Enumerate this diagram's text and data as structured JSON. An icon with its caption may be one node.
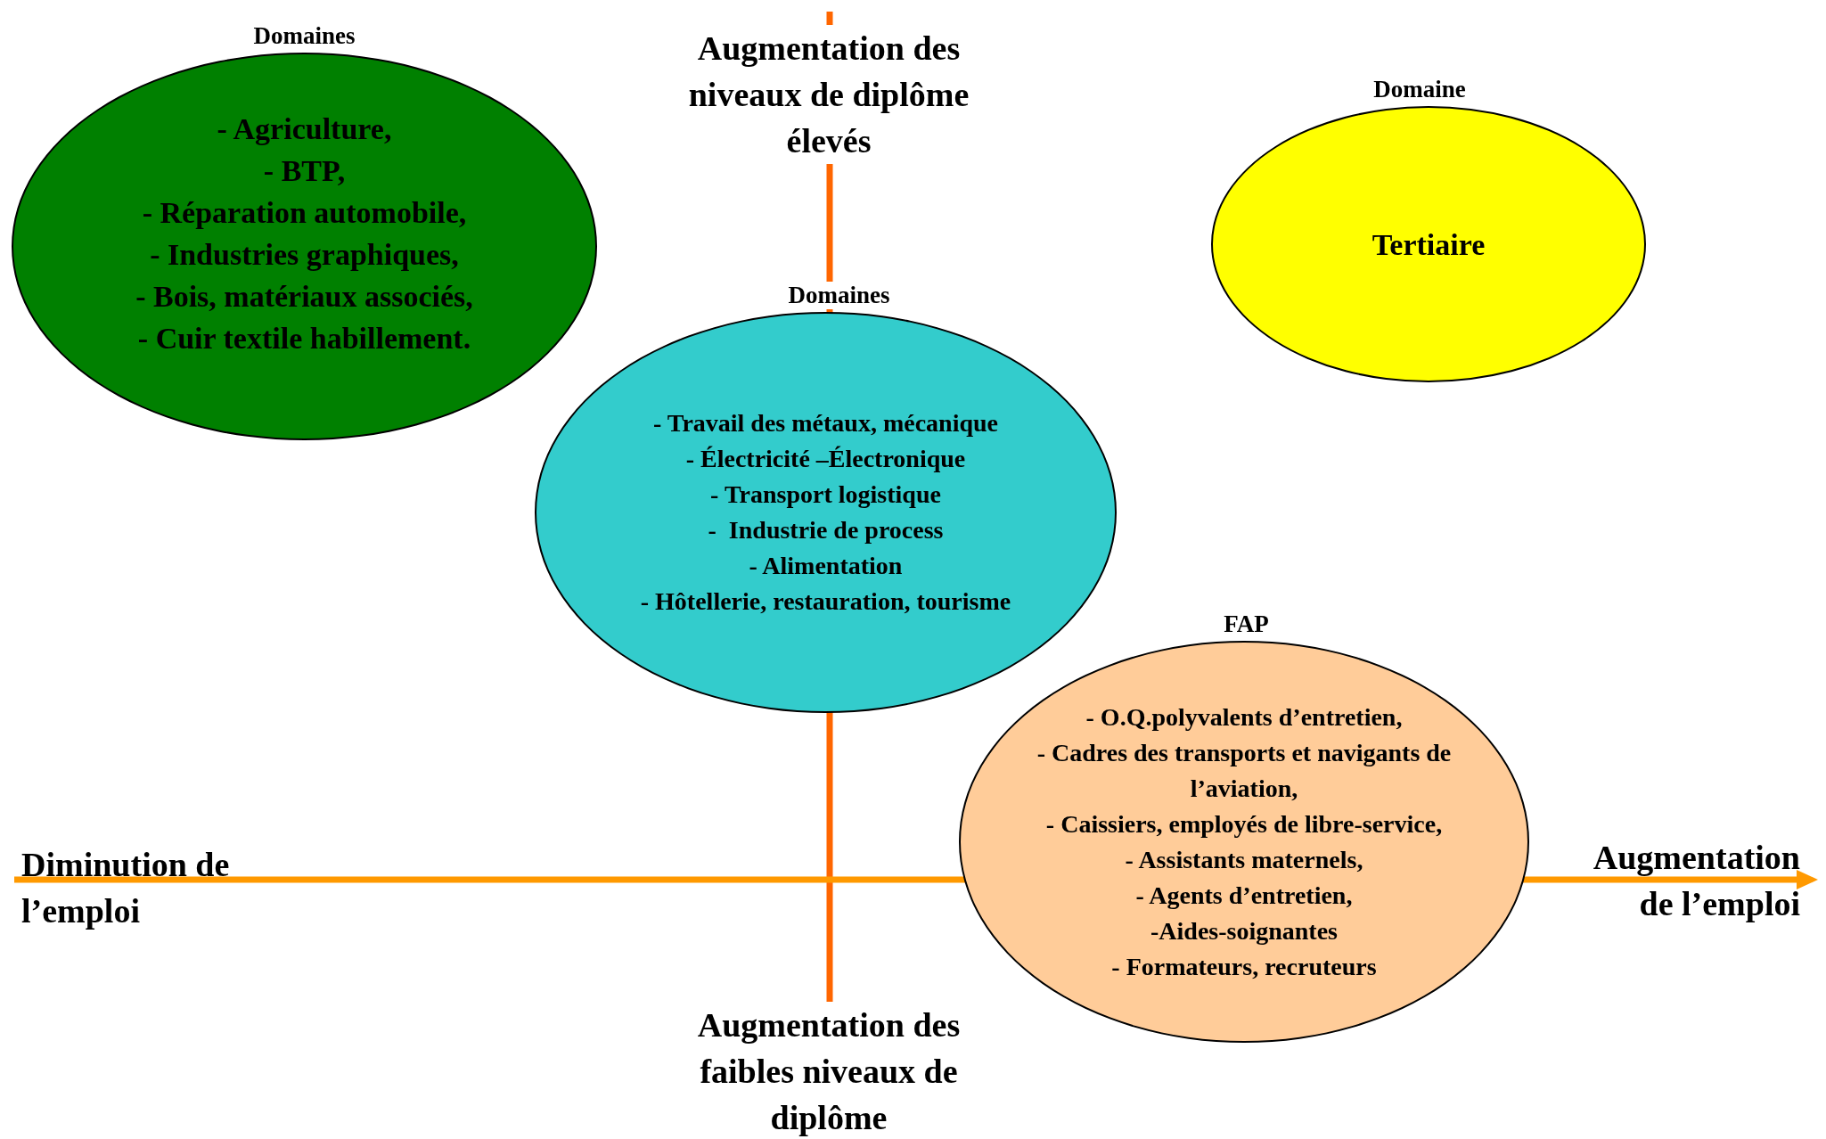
{
  "diagram": {
    "nodes": [
      {
        "text": [
          "Domaines",
          "- Agriculture,",
          "- BTP,",
          "- Réparation automobile,",
          "- Industries graphiques,",
          "- Bois, matériaux associés,",
          "- Cuir textile habillement."
        ]
      },
      {
        "text": [
          "Domaine",
          "Tertiaire"
        ]
      },
      {
        "text": [
          "Domaines",
          "- Travail des métaux, mécanique",
          "- Électricité –Électronique",
          "- Transport logistique",
          "-  Industrie de process",
          "- Alimentation",
          "- Hôtellerie, restauration, tourisme"
        ]
      },
      {
        "text": [
          "FAP",
          "- O.Q.polyvalents d’entretien,",
          "- Cadres des transports et navigants de l’aviation,",
          "- Caissiers, employés de libre-service,",
          "- Assistants maternels,",
          "- Agents d’entretien,",
          "-Aides-soignantes",
          "- Formateurs, recruteurs"
        ]
      }
    ],
    "labels": [
      "Augmentation des niveaux de diplôme élevés",
      "Diminution de l’emploi",
      "Augmentation de l’emploi",
      "Augmentation des faibles niveaux de diplôme"
    ]
  }
}
